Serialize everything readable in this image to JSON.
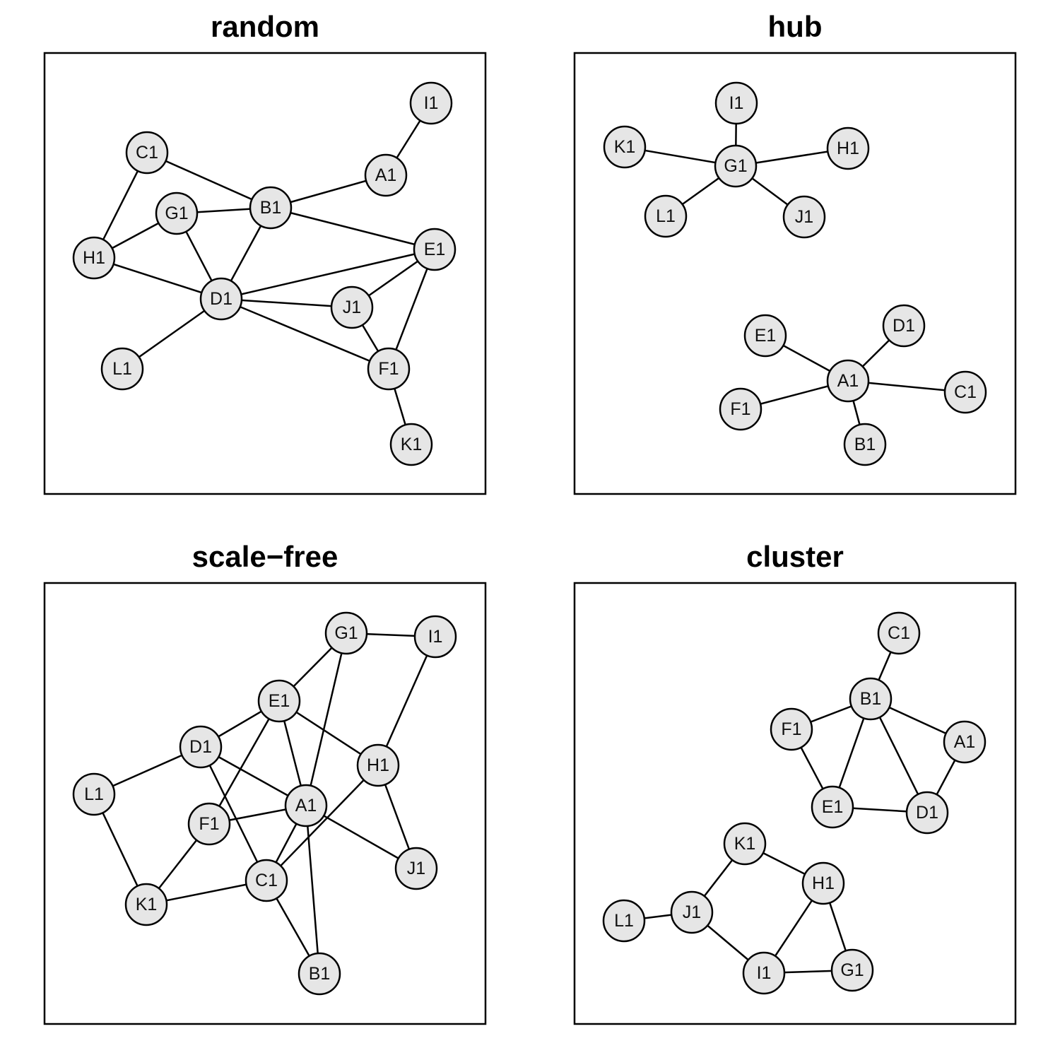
{
  "panels": [
    {
      "id": "random",
      "title": "random",
      "nodes": [
        "A1",
        "B1",
        "C1",
        "D1",
        "E1",
        "F1",
        "G1",
        "H1",
        "I1",
        "J1",
        "K1",
        "L1"
      ],
      "edges": [
        [
          "I1",
          "A1"
        ],
        [
          "A1",
          "B1"
        ],
        [
          "C1",
          "B1"
        ],
        [
          "C1",
          "H1"
        ],
        [
          "G1",
          "B1"
        ],
        [
          "G1",
          "H1"
        ],
        [
          "G1",
          "D1"
        ],
        [
          "B1",
          "D1"
        ],
        [
          "B1",
          "E1"
        ],
        [
          "H1",
          "D1"
        ],
        [
          "D1",
          "E1"
        ],
        [
          "D1",
          "J1"
        ],
        [
          "D1",
          "F1"
        ],
        [
          "D1",
          "L1"
        ],
        [
          "E1",
          "J1"
        ],
        [
          "E1",
          "F1"
        ],
        [
          "J1",
          "F1"
        ],
        [
          "F1",
          "K1"
        ]
      ]
    },
    {
      "id": "hub",
      "title": "hub",
      "nodes": [
        "A1",
        "B1",
        "C1",
        "D1",
        "E1",
        "F1",
        "G1",
        "H1",
        "I1",
        "J1",
        "K1",
        "L1"
      ],
      "edges": [
        [
          "G1",
          "I1"
        ],
        [
          "G1",
          "K1"
        ],
        [
          "G1",
          "H1"
        ],
        [
          "G1",
          "L1"
        ],
        [
          "G1",
          "J1"
        ],
        [
          "A1",
          "E1"
        ],
        [
          "A1",
          "D1"
        ],
        [
          "A1",
          "C1"
        ],
        [
          "A1",
          "F1"
        ],
        [
          "A1",
          "B1"
        ]
      ]
    },
    {
      "id": "scale-free",
      "title": "scale−free",
      "nodes": [
        "A1",
        "B1",
        "C1",
        "D1",
        "E1",
        "F1",
        "G1",
        "H1",
        "I1",
        "J1",
        "K1",
        "L1"
      ],
      "edges": [
        [
          "G1",
          "I1"
        ],
        [
          "G1",
          "E1"
        ],
        [
          "G1",
          "A1"
        ],
        [
          "I1",
          "H1"
        ],
        [
          "E1",
          "D1"
        ],
        [
          "E1",
          "A1"
        ],
        [
          "E1",
          "H1"
        ],
        [
          "E1",
          "F1"
        ],
        [
          "D1",
          "L1"
        ],
        [
          "D1",
          "A1"
        ],
        [
          "D1",
          "C1"
        ],
        [
          "H1",
          "C1"
        ],
        [
          "H1",
          "J1"
        ],
        [
          "A1",
          "F1"
        ],
        [
          "A1",
          "C1"
        ],
        [
          "A1",
          "J1"
        ],
        [
          "A1",
          "B1"
        ],
        [
          "L1",
          "K1"
        ],
        [
          "F1",
          "K1"
        ],
        [
          "K1",
          "C1"
        ],
        [
          "C1",
          "B1"
        ]
      ]
    },
    {
      "id": "cluster",
      "title": "cluster",
      "nodes": [
        "A1",
        "B1",
        "C1",
        "D1",
        "E1",
        "F1",
        "G1",
        "H1",
        "I1",
        "J1",
        "K1",
        "L1"
      ],
      "edges": [
        [
          "C1",
          "B1"
        ],
        [
          "B1",
          "F1"
        ],
        [
          "B1",
          "A1"
        ],
        [
          "B1",
          "E1"
        ],
        [
          "B1",
          "D1"
        ],
        [
          "F1",
          "E1"
        ],
        [
          "A1",
          "D1"
        ],
        [
          "E1",
          "D1"
        ],
        [
          "K1",
          "J1"
        ],
        [
          "K1",
          "H1"
        ],
        [
          "L1",
          "J1"
        ],
        [
          "J1",
          "I1"
        ],
        [
          "H1",
          "I1"
        ],
        [
          "H1",
          "G1"
        ],
        [
          "I1",
          "G1"
        ]
      ]
    }
  ]
}
